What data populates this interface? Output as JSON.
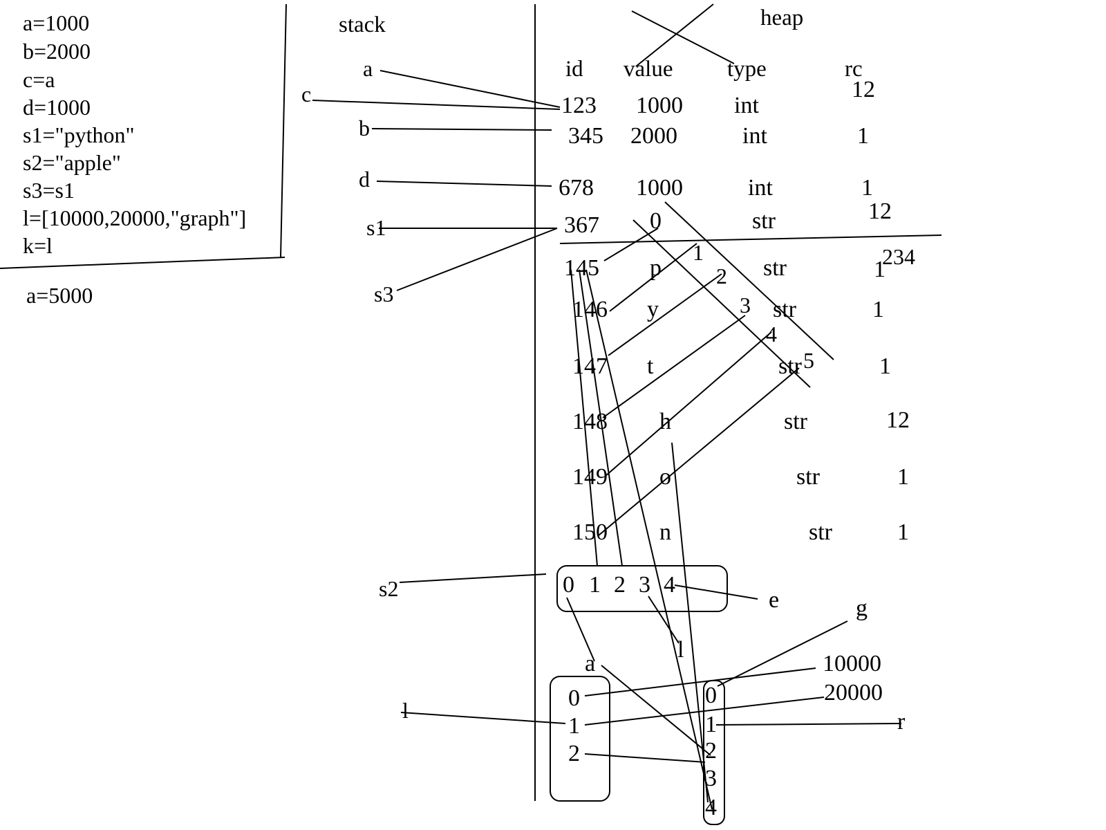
{
  "code": [
    "a=1000",
    "b=2000",
    "c=a",
    "d=1000",
    "s1=\"python\"",
    "s2=\"apple\"",
    "s3=s1",
    "l=[10000,20000,\"graph\"]",
    "k=l"
  ],
  "reassign": "a=5000",
  "headers": {
    "stack": "stack",
    "heap": "heap",
    "id": "id",
    "value": "value",
    "type": "type",
    "rc": "rc"
  },
  "vars": {
    "a": "a",
    "c": "c",
    "b": "b",
    "d": "d",
    "s1": "s1",
    "s3": "s3",
    "s2": "s2",
    "l": "l"
  },
  "objects": [
    {
      "id": "123",
      "value": "1000",
      "type": "int",
      "rc": "12"
    },
    {
      "id": "345",
      "value": "2000",
      "type": "int",
      "rc": "1"
    },
    {
      "id": "678",
      "value": "1000",
      "type": "int",
      "rc": "1"
    },
    {
      "id": "367",
      "value": "0",
      "type": "str",
      "rc": "12"
    }
  ],
  "chars": [
    {
      "id": "145",
      "value": "p",
      "type": "str",
      "rc": "1",
      "rc_over": "234"
    },
    {
      "id": "146",
      "value": "y",
      "type": "str",
      "rc": "1"
    },
    {
      "id": "147",
      "value": "t",
      "type": "str",
      "rc": "1"
    },
    {
      "id": "148",
      "value": "h",
      "type": "str",
      "rc": "12"
    },
    {
      "id": "149",
      "value": "o",
      "type": "str",
      "rc": "1"
    },
    {
      "id": "150",
      "value": "n",
      "type": "str",
      "rc": "1"
    }
  ],
  "string_indices": [
    "1",
    "2",
    "3",
    "4",
    "5"
  ],
  "apple_index": [
    "0",
    "1",
    "2",
    "3",
    "4"
  ],
  "apple_letters": {
    "a": "a",
    "l": "l",
    "e": "e",
    "g": "g",
    "r": "r"
  },
  "list_index": [
    "0",
    "1",
    "2"
  ],
  "list_values": [
    "10000",
    "20000"
  ],
  "graph_index": [
    "0",
    "1",
    "2",
    "3",
    "4"
  ]
}
